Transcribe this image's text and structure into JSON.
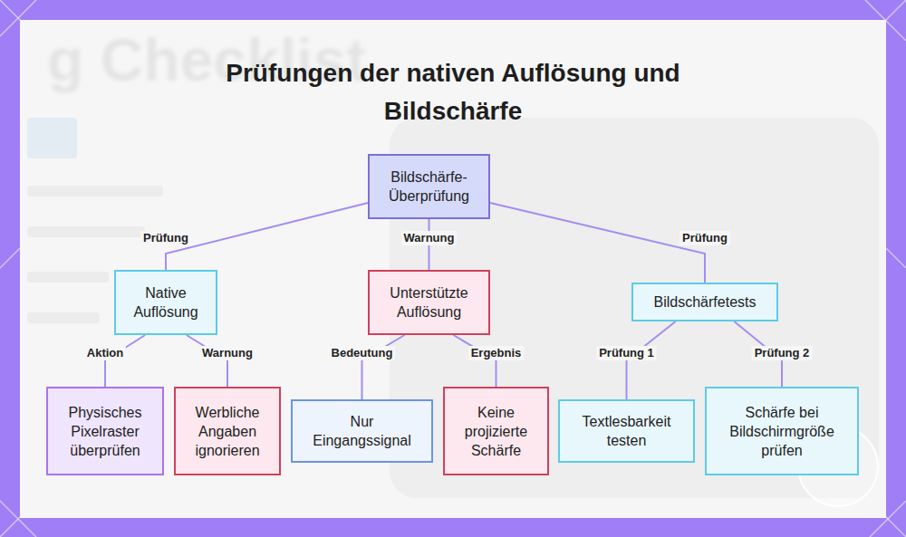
{
  "diagram": {
    "title": "Prüfungen der nativen Auflösung und Bildschärfe",
    "nodes": [
      {
        "text": [
          "Bildschärfe-Überprüfung"
        ]
      },
      {
        "text": [
          "Native Auflösung"
        ]
      },
      {
        "text": [
          "Unterstützte Auflösung"
        ]
      },
      {
        "text": [
          "Bildschärfetests"
        ]
      },
      {
        "text": [
          "Physisches Pixelraster überprüfen"
        ]
      },
      {
        "text": [
          "Werbliche Angaben ignorieren"
        ]
      },
      {
        "text": [
          "Nur Eingangssignal"
        ]
      },
      {
        "text": [
          "Keine projizierte Schärfe"
        ]
      },
      {
        "text": [
          "Textlesbarkeit testen"
        ]
      },
      {
        "text": [
          "Schärfe bei Bildschirmgröße prüfen"
        ]
      }
    ],
    "edges": [
      {
        "from": 0,
        "to": 1,
        "label": "Prüfung",
        "arrow": "none"
      },
      {
        "from": 0,
        "to": 2,
        "label": "Warnung",
        "arrow": "none"
      },
      {
        "from": 0,
        "to": 3,
        "label": "Prüfung",
        "arrow": "none"
      },
      {
        "from": 1,
        "to": 4,
        "label": "Aktion",
        "arrow": "none"
      },
      {
        "from": 1,
        "to": 5,
        "label": "Warnung",
        "arrow": "none"
      },
      {
        "from": 2,
        "to": 6,
        "label": "Bedeutung",
        "arrow": "none"
      },
      {
        "from": 2,
        "to": 7,
        "label": "Ergebnis",
        "arrow": "none"
      },
      {
        "from": 3,
        "to": 8,
        "label": "Prüfung 1",
        "arrow": "none"
      },
      {
        "from": 3,
        "to": 9,
        "label": "Prüfung 2",
        "arrow": "none"
      }
    ],
    "labels": [
      "g Checklist"
    ]
  }
}
